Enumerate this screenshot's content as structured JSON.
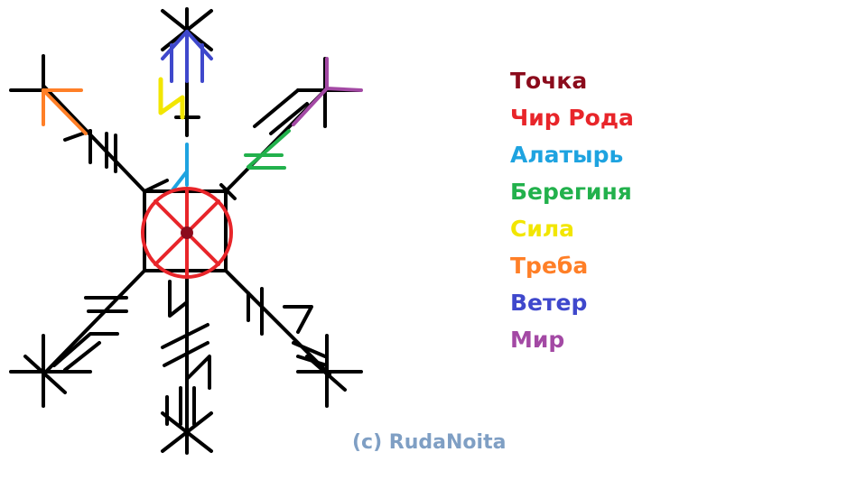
{
  "legend": [
    {
      "label": "Точка",
      "color": "#8b0b1c"
    },
    {
      "label": "Чир Рода",
      "color": "#e8252a"
    },
    {
      "label": "Алатырь",
      "color": "#1ea3e0"
    },
    {
      "label": "Берегиня",
      "color": "#22b14c"
    },
    {
      "label": "Сила",
      "color": "#f2e600"
    },
    {
      "label": "Треба",
      "color": "#ff7f27"
    },
    {
      "label": "Ветер",
      "color": "#3f48cc"
    },
    {
      "label": "Мир",
      "color": "#a349a4"
    }
  ],
  "credit": "(c) RudaNoita",
  "line_color": "#000000"
}
